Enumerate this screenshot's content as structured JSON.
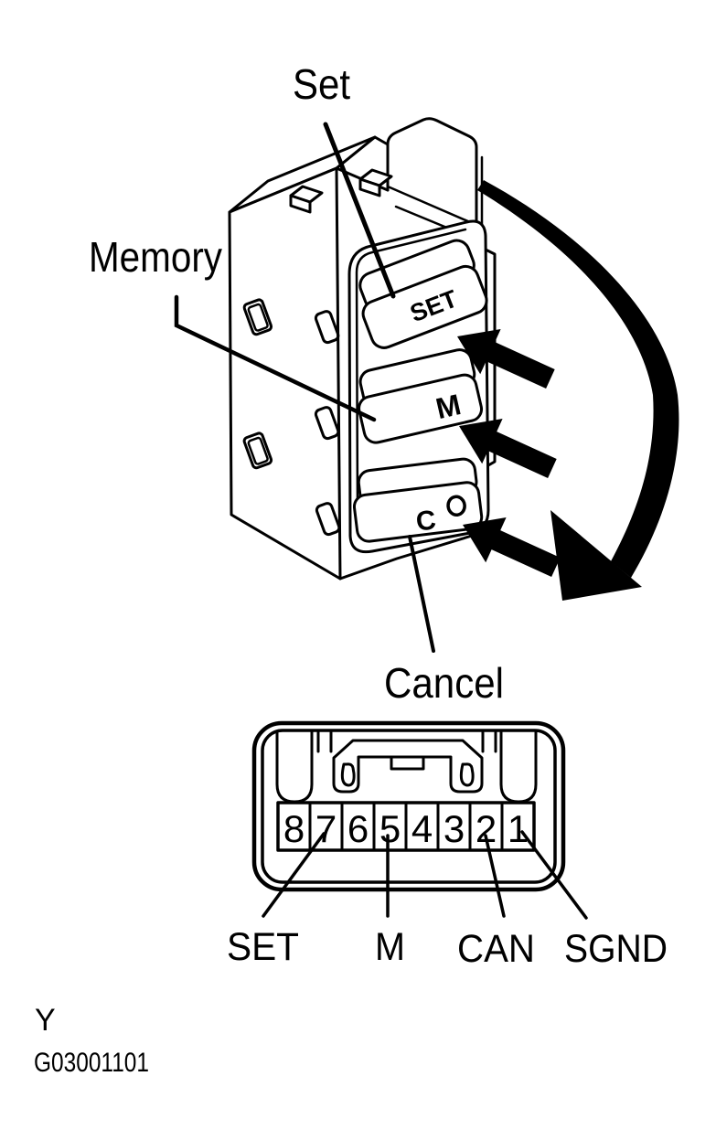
{
  "figure": {
    "callouts": {
      "set": "Set",
      "memory": "Memory",
      "cancel": "Cancel"
    },
    "button_caps": {
      "set": "SET",
      "memory": "M",
      "cancel": "C"
    },
    "connector": {
      "pins": [
        "8",
        "7",
        "6",
        "5",
        "4",
        "3",
        "2",
        "1"
      ],
      "terminals": {
        "pin7": "SET",
        "pin5": "M",
        "pin2": "CAN",
        "pin1": "SGND"
      }
    },
    "footer": {
      "section_marker": "Y",
      "figure_id": "G03001101"
    },
    "colors": {
      "ink": "#000000",
      "paper": "#ffffff"
    }
  }
}
